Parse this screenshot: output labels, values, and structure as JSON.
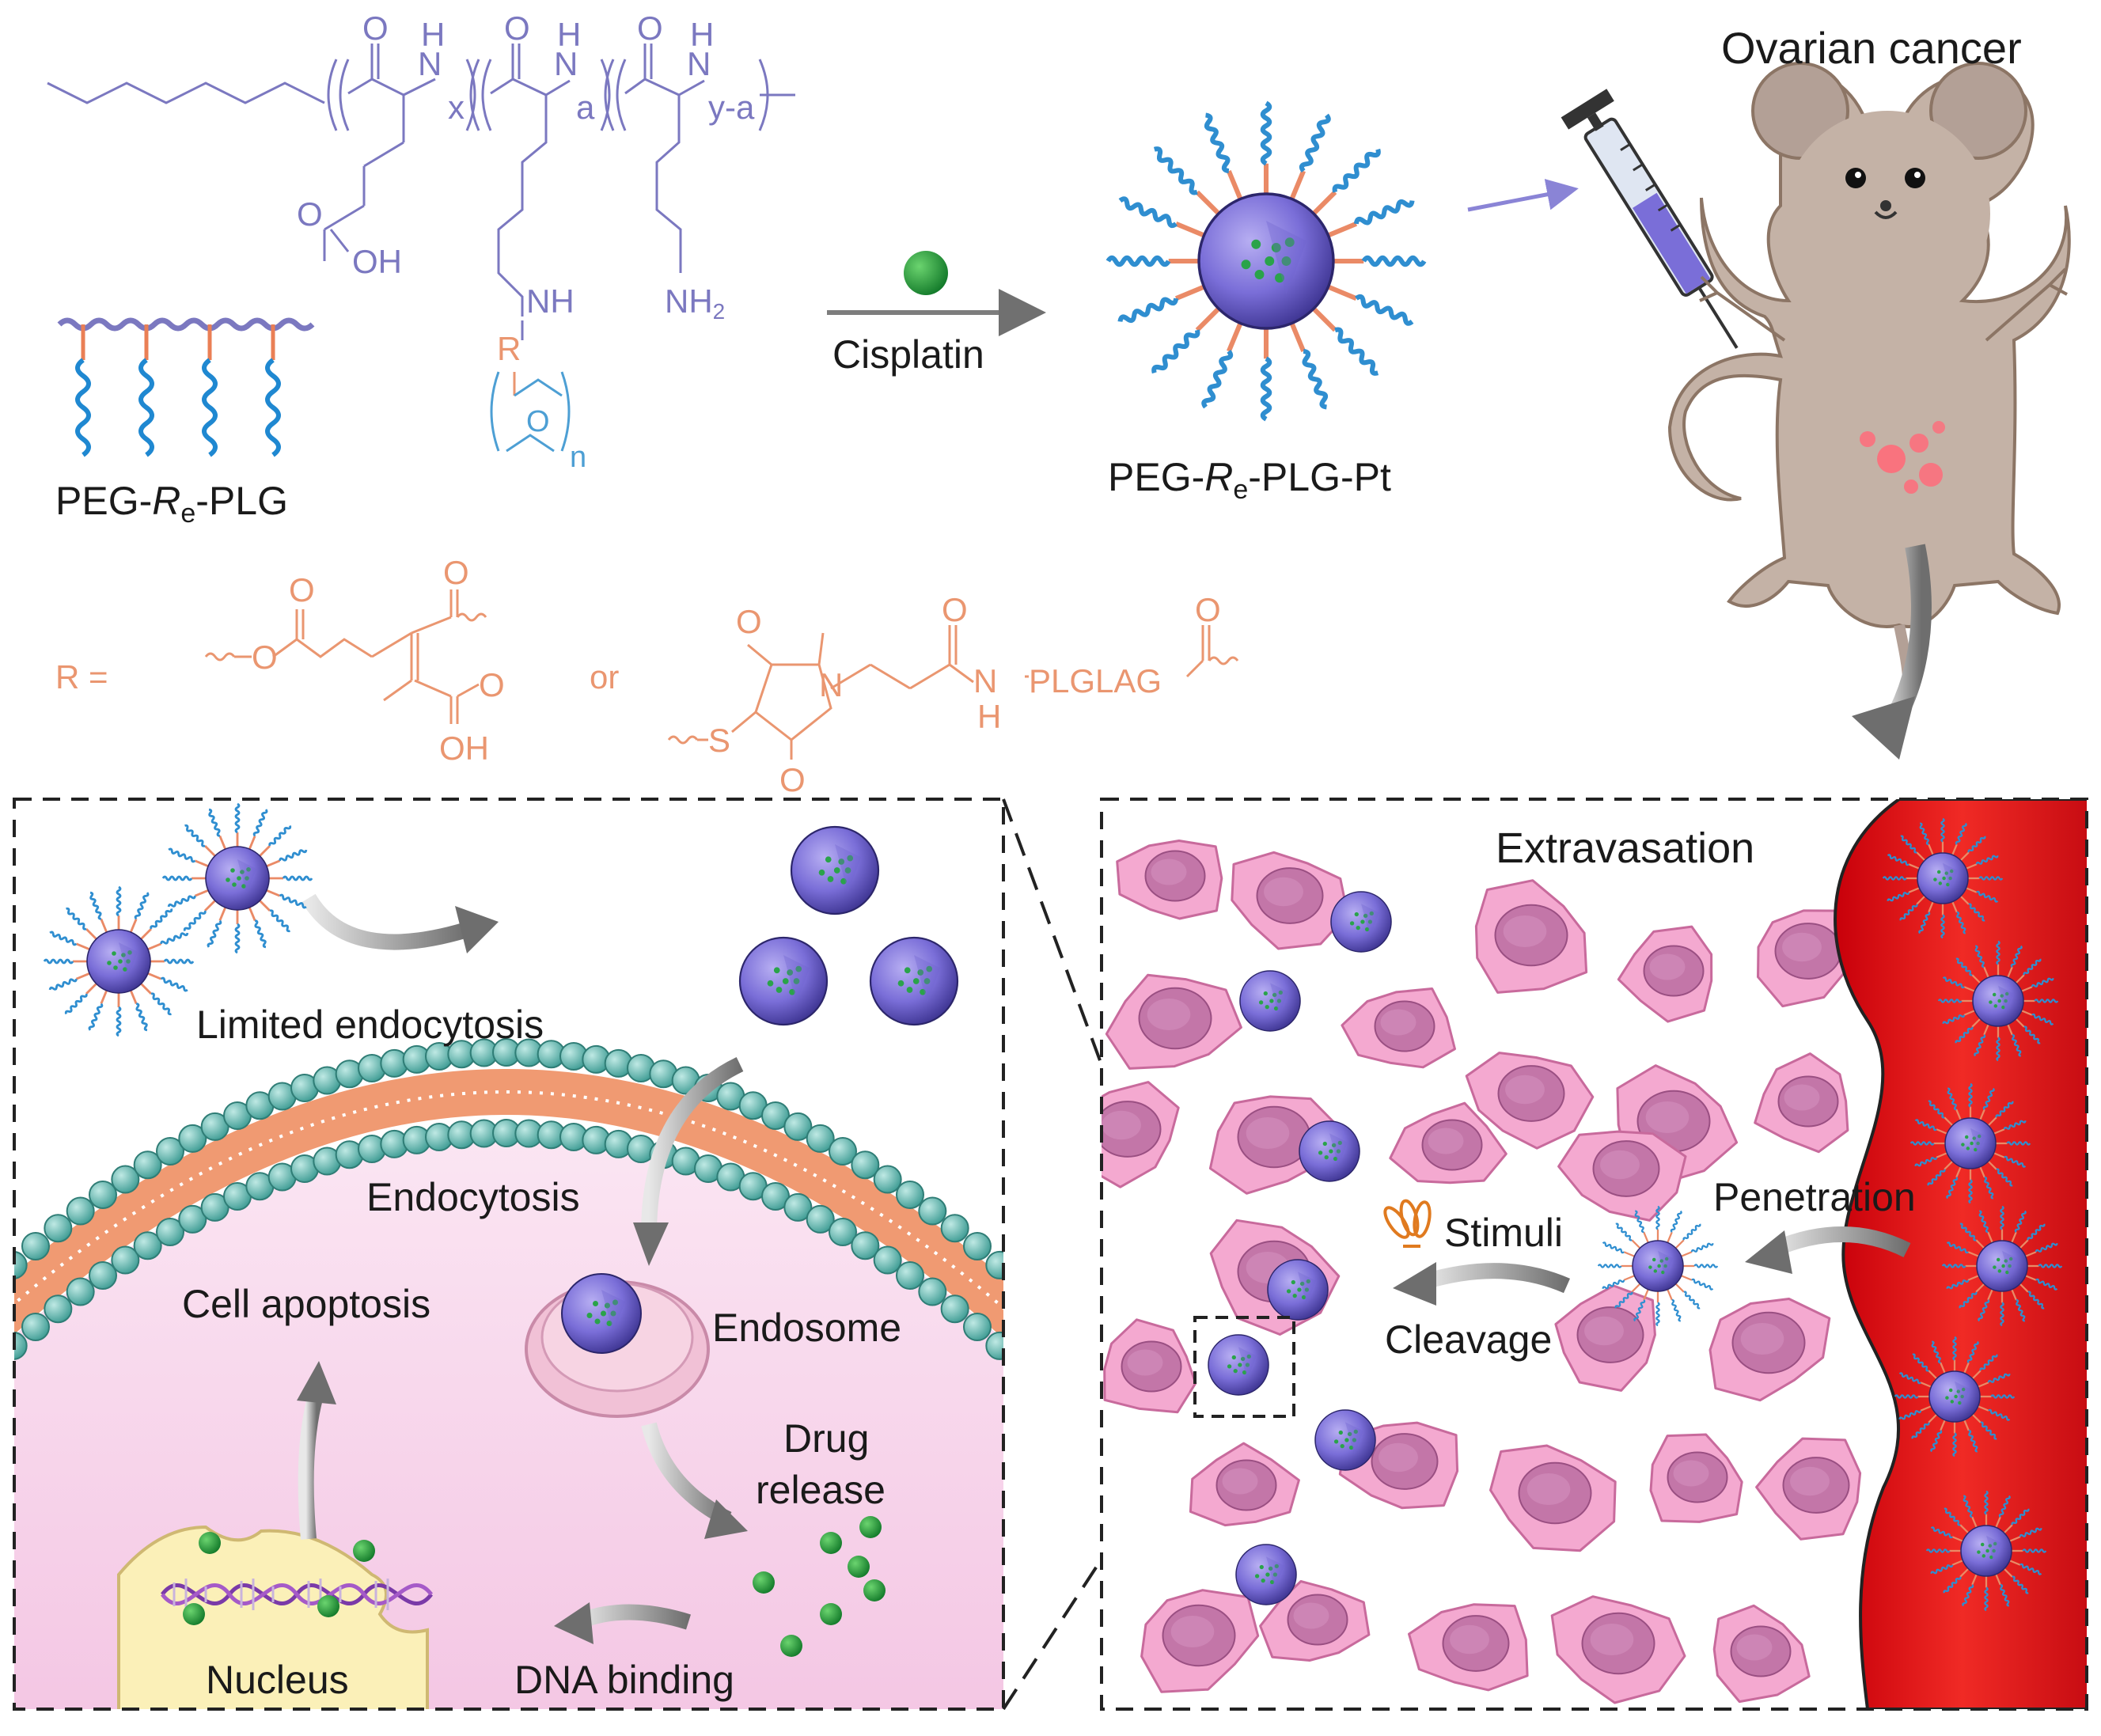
{
  "top": {
    "polymer_units": {
      "x": "x",
      "a": "a",
      "ya": "y-a"
    },
    "oh_label": "OH",
    "nh_label": "NH",
    "nh2_label": "NH",
    "nh2_sub": "2",
    "r_label": "R",
    "o_label": "O",
    "n_label": "n",
    "peg_re_plg": {
      "pre": "PEG-",
      "r": "R",
      "sub": "e",
      "post": "-PLG"
    },
    "cisplatin": "Cisplatin",
    "peg_re_plg_pt": {
      "pre": "PEG-",
      "r": "R",
      "sub": "e",
      "post": "-PLG-Pt"
    },
    "ovarian_cancer": "Ovarian cancer"
  },
  "r_def": {
    "r_equals": "R =",
    "or": "or",
    "oh": "OH",
    "o_ring1": "O",
    "o_ring2": "O",
    "o_amide": "O",
    "n_ring": "N",
    "n_amide": "N",
    "h_amide": "H",
    "peptide": "PLGLAG",
    "s": "S",
    "o_ester": "O",
    "o_top1": "O",
    "o_top2": "O",
    "o_top3": "O",
    "o_acid": "O"
  },
  "left_panel": {
    "limited_endocytosis": "Limited endocytosis",
    "endocytosis": "Endocytosis",
    "endosome": "Endosome",
    "cell_apoptosis": "Cell apoptosis",
    "drug": "Drug",
    "release": "release",
    "nucleus": "Nucleus",
    "dna_binding": "DNA binding"
  },
  "right_panel": {
    "extravasation": "Extravasation",
    "penetration": "Penetration",
    "stimuli": "Stimuli",
    "cleavage": "Cleavage"
  },
  "colors": {
    "polymer": "#7b78c0",
    "linker": "#ea9670",
    "peg": "#3a8fd0",
    "cisplatin": "#1e9b3a",
    "nanoparticle": "#7b6fd6",
    "cell": "#f2a2cc",
    "vessel": "#e41a1c",
    "membrane_bead": "#5fb8b0"
  }
}
